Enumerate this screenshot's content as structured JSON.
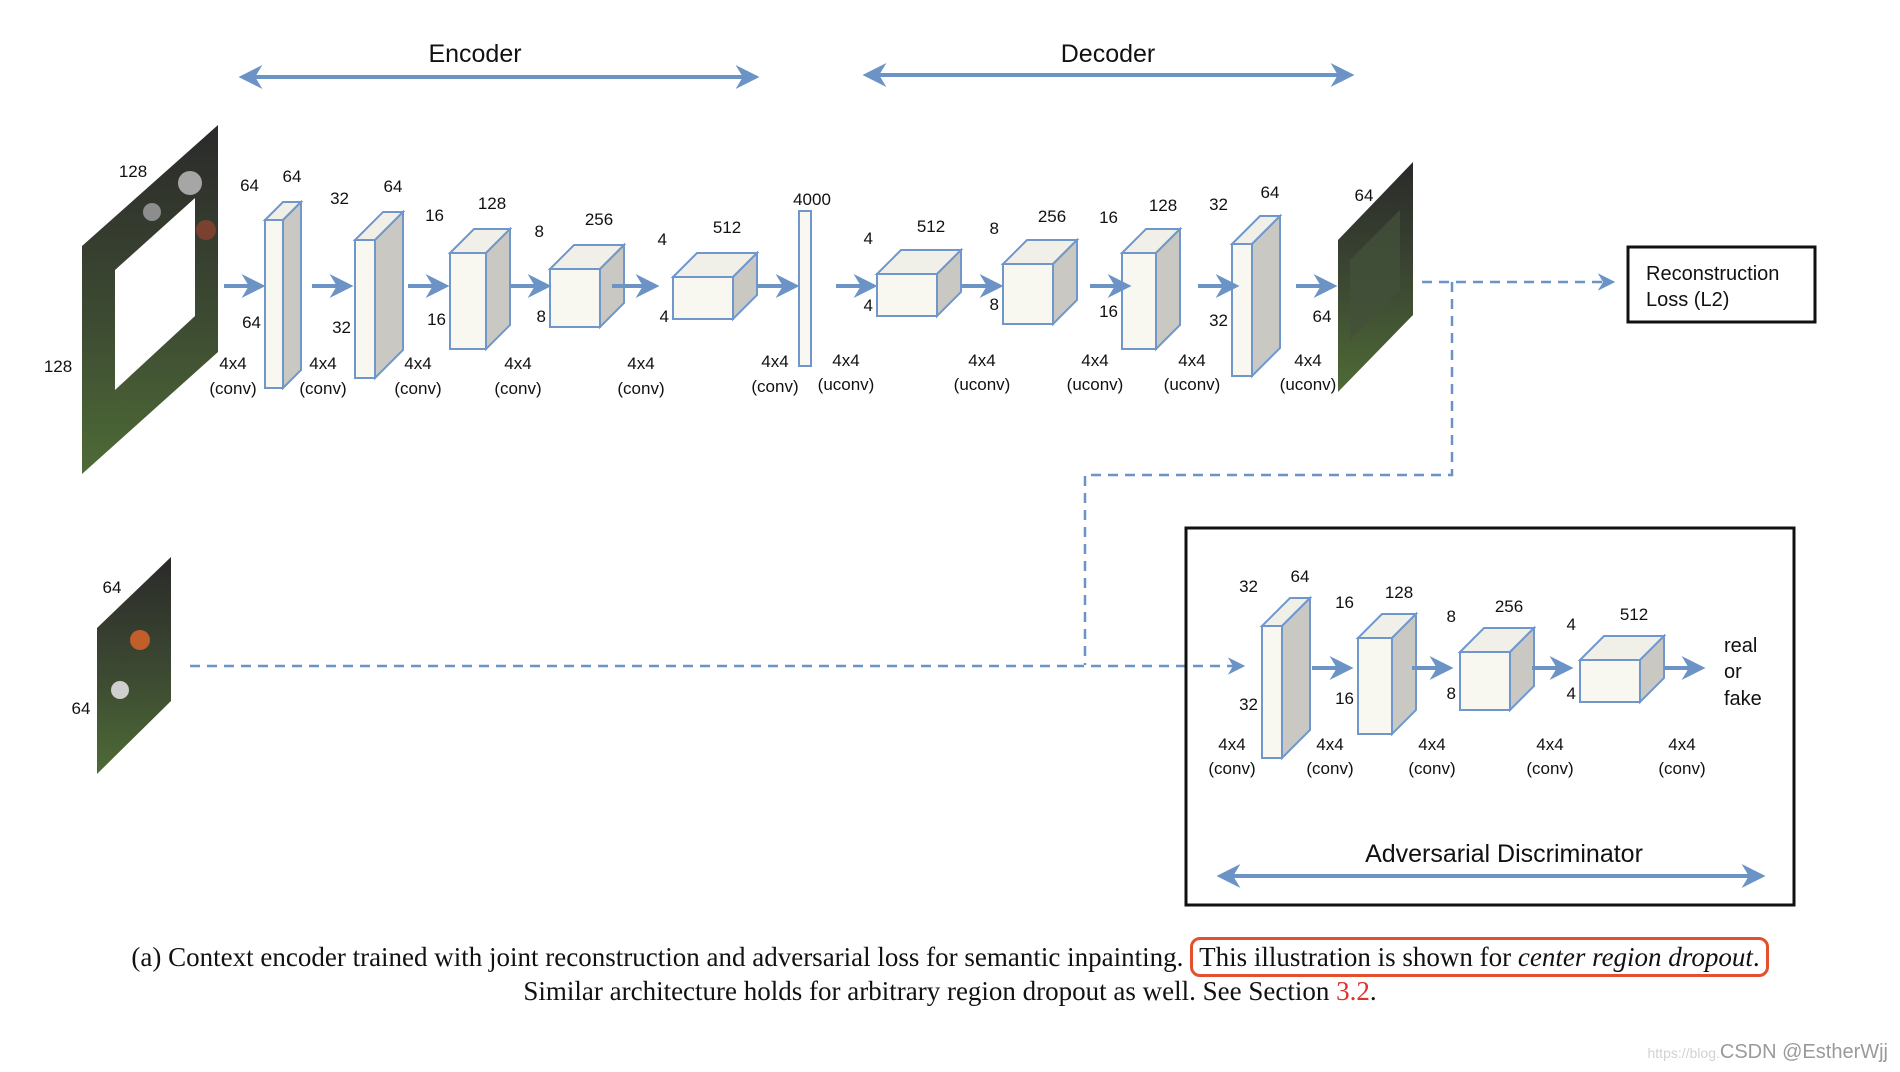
{
  "header": {
    "encoder_label": "Encoder",
    "decoder_label": "Decoder"
  },
  "input_image": {
    "width_label": "128",
    "height_label": "128"
  },
  "encoder_layers": [
    {
      "top_a": "64",
      "top_b": "64",
      "side": "64",
      "kernel": "4x4",
      "op": "(conv)"
    },
    {
      "top_a": "32",
      "top_b": "64",
      "side": "32",
      "kernel": "4x4",
      "op": "(conv)"
    },
    {
      "top_a": "16",
      "top_b": "128",
      "side": "16",
      "kernel": "4x4",
      "op": "(conv)"
    },
    {
      "top_a": "8",
      "top_b": "256",
      "side": "8",
      "kernel": "4x4",
      "op": "(conv)"
    },
    {
      "top_a": "4",
      "top_b": "512",
      "side": "4",
      "kernel": "4x4",
      "op": "(conv)"
    }
  ],
  "bottleneck": {
    "size": "4000",
    "kernel": "4x4",
    "op": "(conv)"
  },
  "decoder_layers": [
    {
      "top_a": "4",
      "top_b": "512",
      "side": "4",
      "kernel": "4x4",
      "op": "(uconv)"
    },
    {
      "top_a": "8",
      "top_b": "256",
      "side": "8",
      "kernel": "4x4",
      "op": "(uconv)"
    },
    {
      "top_a": "16",
      "top_b": "128",
      "side": "16",
      "kernel": "4x4",
      "op": "(uconv)"
    },
    {
      "top_a": "32",
      "top_b": "64",
      "side": "32",
      "kernel": "4x4",
      "op": "(uconv)"
    },
    {
      "kernel": "4x4",
      "op": "(uconv)"
    }
  ],
  "output_image": {
    "width_label": "64",
    "height_label": "64"
  },
  "reconstruction_loss": {
    "line1": "Reconstruction",
    "line2": "Loss (L2)"
  },
  "real_image": {
    "width_label": "64",
    "height_label": "64"
  },
  "discriminator": {
    "title": "Adversarial Discriminator",
    "layers": [
      {
        "top_a": "32",
        "top_b": "64",
        "side": "32",
        "kernel": "4x4",
        "op": "(conv)"
      },
      {
        "top_a": "16",
        "top_b": "128",
        "side": "16",
        "kernel": "4x4",
        "op": "(conv)"
      },
      {
        "top_a": "8",
        "top_b": "256",
        "side": "8",
        "kernel": "4x4",
        "op": "(conv)"
      },
      {
        "top_a": "4",
        "top_b": "512",
        "side": "4",
        "kernel": "4x4",
        "op": "(conv)"
      },
      {
        "kernel": "4x4",
        "op": "(conv)"
      }
    ],
    "output": [
      "real",
      "or",
      "fake"
    ]
  },
  "caption": {
    "line1_plain": "(a) Context encoder trained with joint reconstruction and adversarial loss for semantic inpainting.",
    "line1_highlight_pre": "This illustration is shown for ",
    "line1_highlight_em": "center region dropout",
    "line1_highlight_post": ".",
    "line2_plain": "Similar architecture holds for arbitrary region dropout as well. See Section ",
    "line2_link": "3.2",
    "line2_end": "."
  },
  "watermark": {
    "faint": "https://blog.",
    "main": "CSDN @EstherWjj"
  },
  "colors": {
    "arrow_blue": "#6c93c6",
    "box_edge": "#6f97cb",
    "box_front": "#f8f7f0",
    "box_top": "#f0efe8",
    "box_side": "#c9c8c3",
    "highlight_red": "#e2502c"
  }
}
